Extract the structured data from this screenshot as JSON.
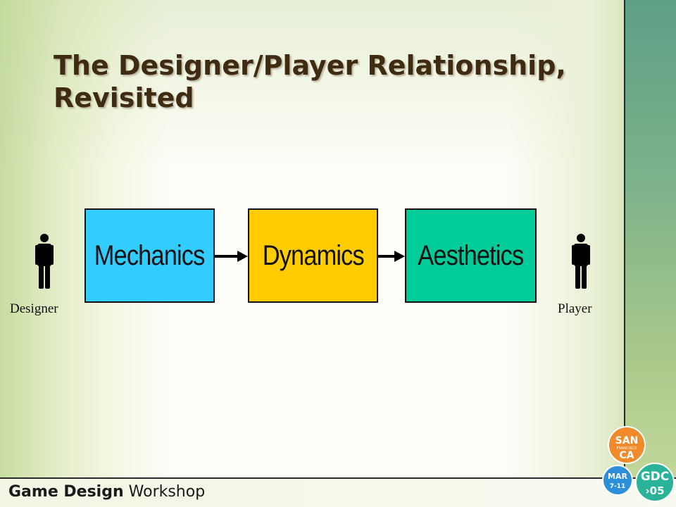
{
  "slide": {
    "title": "The Designer/Player Relationship, Revisited",
    "boxes": {
      "mechanics": "Mechanics",
      "dynamics": "Dynamics",
      "aesthetics": "Aesthetics"
    },
    "designer_label": "Designer",
    "player_label": "Player"
  },
  "footer": {
    "bold": "Game Design",
    "regular": "Workshop"
  },
  "logo": {
    "city": "SAN",
    "city_small": "FRANCISCO",
    "state": "CA",
    "month": "MAR",
    "days": "7-11",
    "event": "GDC",
    "year": "›05"
  },
  "colors": {
    "mechanics": "#33ccff",
    "dynamics": "#ffcc00",
    "aesthetics": "#00cc99",
    "title": "#3f2b12",
    "logo_orange": "#f08a2a",
    "logo_blue": "#2d8fd8",
    "logo_green": "#2bb39a"
  },
  "icons": [
    "person-icon",
    "arrow-right-icon"
  ]
}
